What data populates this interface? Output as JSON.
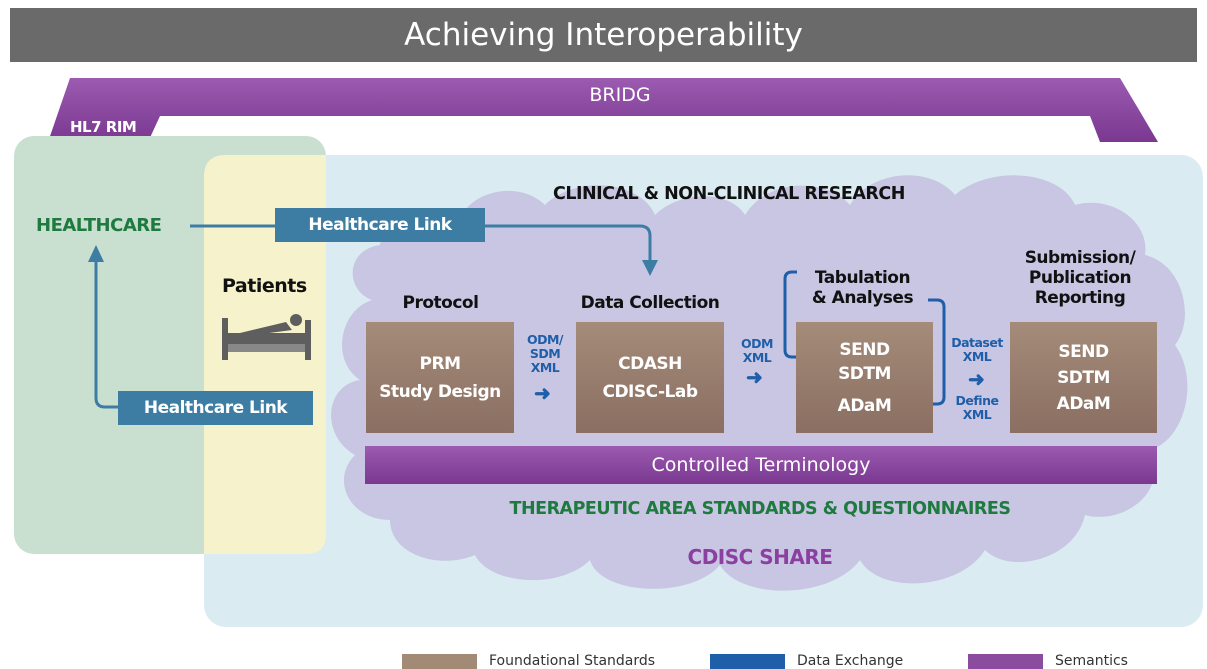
{
  "title": "Achieving Interoperability",
  "bridg": "BRIDG",
  "hl7rim": "HL7 RIM",
  "healthcare": "HEALTHCARE",
  "patients": "Patients",
  "research_title": "CLINICAL & NON-CLINICAL RESEARCH",
  "links": {
    "top": "Healthcare Link",
    "bottom": "Healthcare Link"
  },
  "stages": [
    {
      "heading": "Protocol",
      "items": [
        "PRM",
        "Study Design"
      ]
    },
    {
      "heading": "Data Collection",
      "items": [
        "CDASH",
        "CDISC-Lab"
      ]
    },
    {
      "heading": "Tabulation\n& Analyses",
      "items": [
        "SEND",
        "SDTM",
        "ADaM"
      ]
    },
    {
      "heading": "Submission/\nPublication\nReporting",
      "items": [
        "SEND",
        "SDTM",
        "ADaM"
      ]
    }
  ],
  "exchange": {
    "first": "ODM/\nSDM\nXML",
    "second": "ODM\nXML",
    "third_top": "Dataset\nXML",
    "third_bottom": "Define\nXML"
  },
  "controlled_terminology": "Controlled Terminology",
  "therapeutic": "THERAPEUTIC AREA STANDARDS & QUESTIONNAIRES",
  "cdisc_share": "CDISC SHARE",
  "legend": [
    {
      "label": "Foundational Standards",
      "color": "#a38a74"
    },
    {
      "label": "Data Exchange",
      "color": "#1f5ea8"
    },
    {
      "label": "Semantics",
      "color": "#8b4b9e"
    }
  ],
  "colors": {
    "healthcare_green": "#1e7a3e",
    "cdisc_purple": "#8b3fa0",
    "link_blue": "#3d7da3",
    "exchange_blue": "#1f5ea8",
    "semantics_purple": "#8b4b9e"
  },
  "icons": {
    "patient": "hospital-bed-icon"
  }
}
